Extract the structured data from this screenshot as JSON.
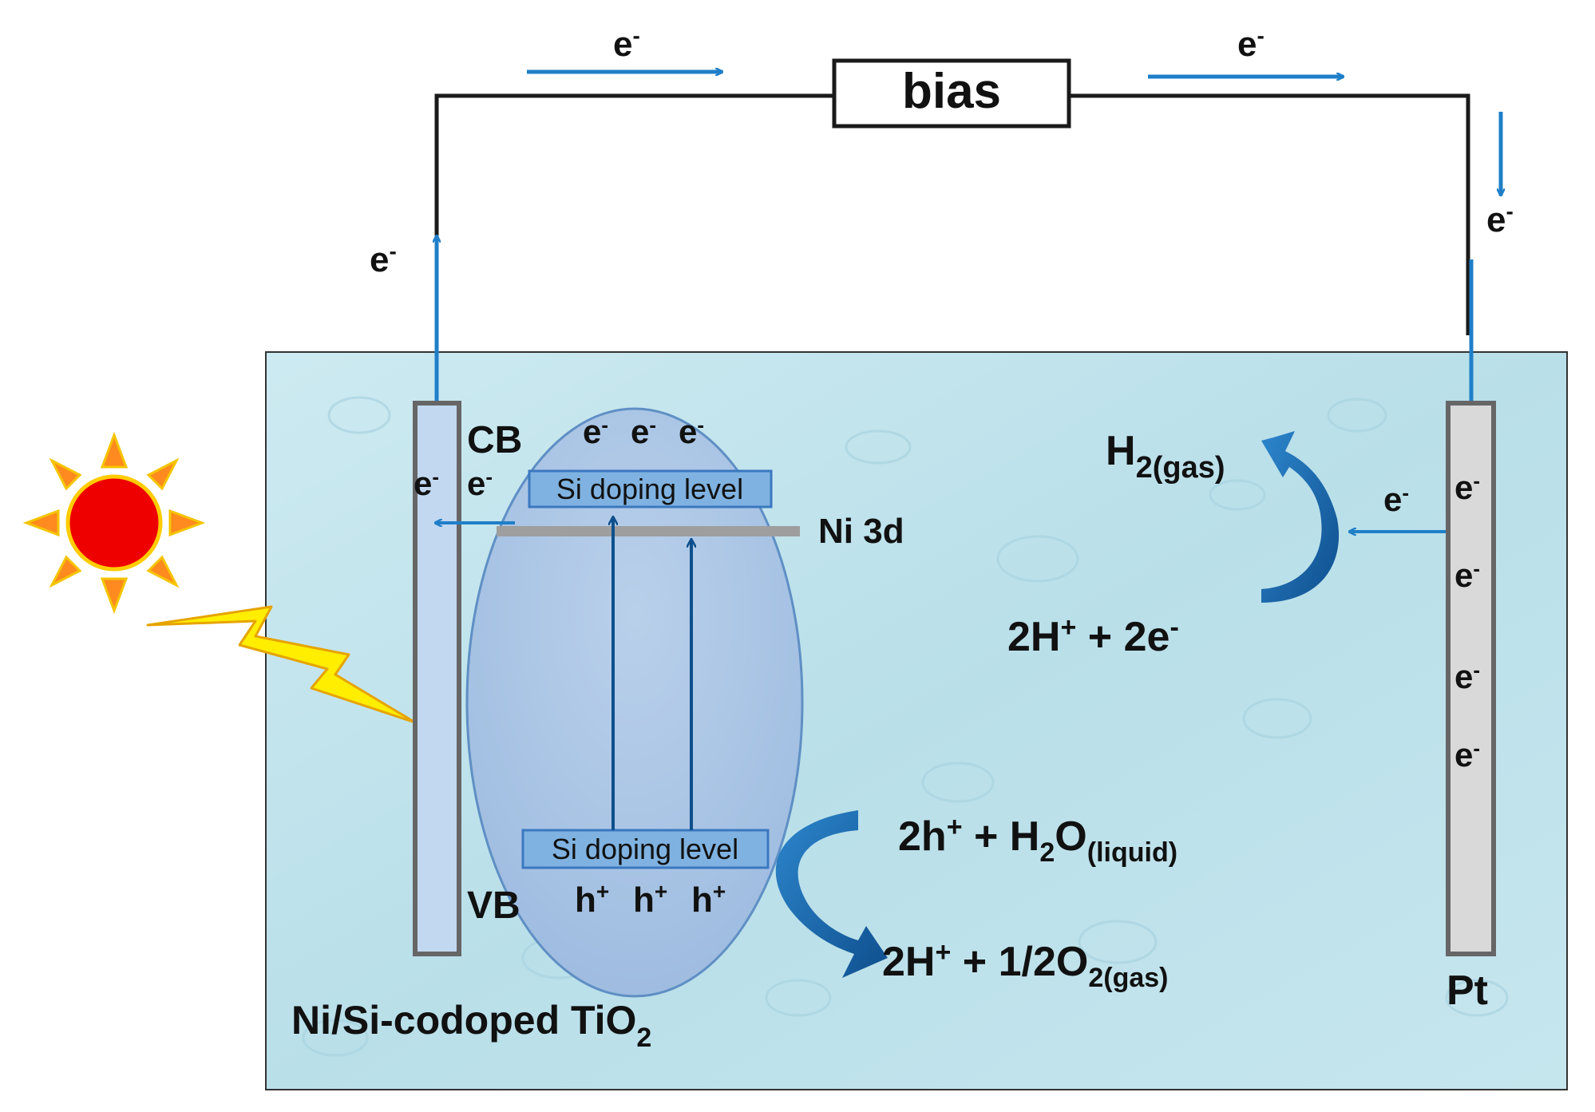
{
  "circuit": {
    "bias_label": "bias",
    "electron": "e",
    "electron_charge": "-"
  },
  "photoanode": {
    "cb_label": "CB",
    "vb_label": "VB",
    "material_prefix": "Ni/Si-codoped TiO",
    "material_subscript": "2"
  },
  "band_diagram": {
    "cb_electrons": [
      "e",
      "e",
      "e"
    ],
    "transfer_electrons": [
      "e",
      "e"
    ],
    "vb_holes": [
      "h",
      "h",
      "h"
    ],
    "hole_charge": "+",
    "upper_level_label": "Si doping level",
    "lower_level_label": "Si doping level",
    "ni_label": "Ni 3d"
  },
  "cathode": {
    "label": "Pt",
    "electrons": [
      "e",
      "e",
      "e",
      "e"
    ],
    "transfer_electron": "e"
  },
  "reactions": {
    "h2_product": {
      "main": "H",
      "sub": "2(gas)"
    },
    "h2_reactants": {
      "a": "2H",
      "a_sup": "+",
      "b": " + 2e",
      "b_sup": "-"
    },
    "o2_reactants": {
      "a": "2h",
      "a_sup": "+",
      "b": " + H",
      "b_sub": "2",
      "c": "O",
      "c_sub": "(liquid)"
    },
    "o2_products": {
      "a": "2H",
      "a_sup": "+",
      "b": " + 1/2O",
      "b_sub": "2(gas)"
    }
  },
  "colors": {
    "water": "#bfe3ec",
    "arrow_blue": "#1f7fc8",
    "dark_blue": "#0d4f8c",
    "ellipse_fill": "#a9c5e3",
    "ellipse_stroke": "#5f8fc4",
    "doping_box": "#7fb2e0",
    "anode_fill": "#c2d8f0",
    "anode_stroke": "#666666",
    "cathode_fill": "#d9d9d9",
    "ni_band": "#9e9e9e",
    "sun_core": "#ee0000",
    "sun_ray": "#ff8a1f",
    "bolt_fill": "#ffee00",
    "bolt_stroke": "#e6a400"
  }
}
